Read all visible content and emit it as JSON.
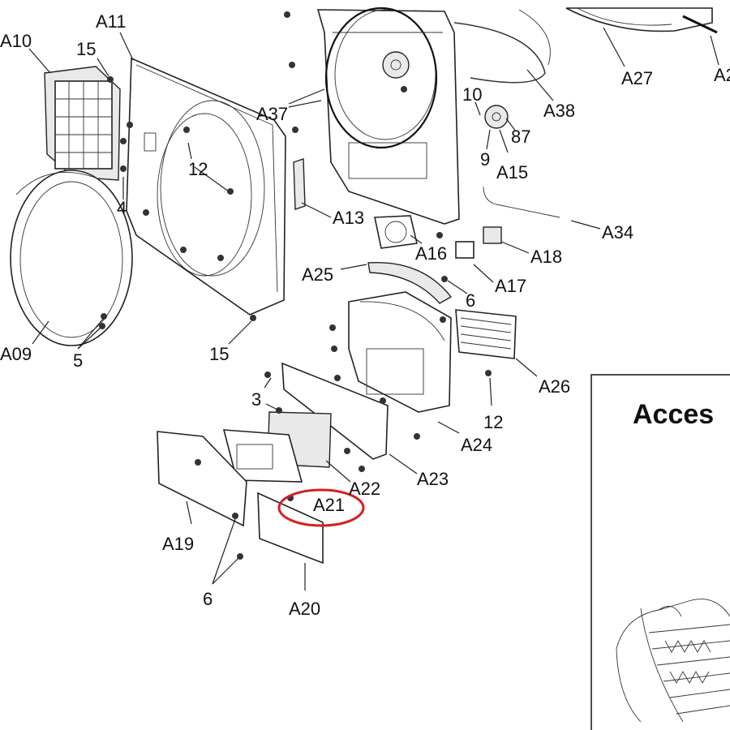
{
  "diagram": {
    "labels": {
      "A11": "A11",
      "A10": "A10",
      "n15_top": "15",
      "n4": "4",
      "n12_left": "12",
      "A09": "A09",
      "n5": "5",
      "n15_bottom": "15",
      "A37": "A37",
      "A13": "A13",
      "A38": "A38",
      "A27": "A27",
      "A2x": "A2",
      "n10": "10",
      "n87": "87",
      "n9": "9",
      "A15": "A15",
      "A34": "A34",
      "A16": "A16",
      "A18": "A18",
      "A25": "A25",
      "A17": "A17",
      "n6_mid": "6",
      "A26": "A26",
      "n12_right": "12",
      "n3": "3",
      "A24": "A24",
      "A22": "A22",
      "A23": "A23",
      "A21": "A21",
      "A19": "A19",
      "n6_bottom": "6",
      "A20": "A20"
    },
    "inset_title": "Acces",
    "highlight_color": "#d42020"
  }
}
